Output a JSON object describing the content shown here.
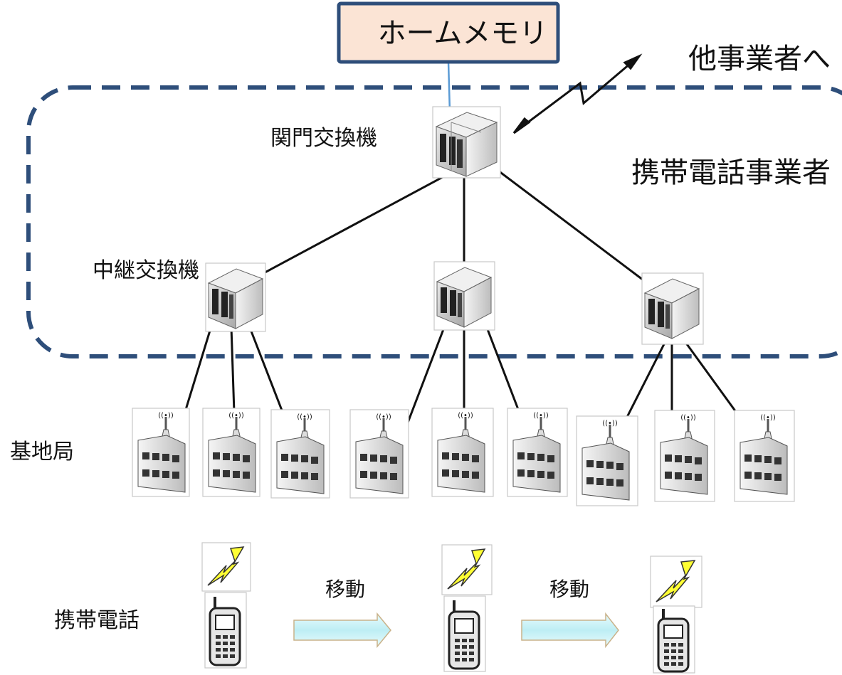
{
  "labels": {
    "home_memory": "ホームメモリ",
    "to_other_carriers": "他事業者へ",
    "gateway_exchange": "関門交換機",
    "mobile_carrier": "携帯電話事業者",
    "relay_exchange": "中継交換機",
    "base_station": "基地局",
    "mobile_phone": "携帯電話",
    "move_1": "移動",
    "move_2": "移動"
  },
  "colors": {
    "home_memory_fill": "#fbe4d5",
    "home_memory_border": "#2e4e7a",
    "dashed_boundary": "#2e4e7a",
    "link_line": "#5b9bd5",
    "arrow_fill": "#c7f0f4",
    "lightning": "#ffff33"
  },
  "icons": {
    "exchange": "server-rack-icon",
    "base_station": "building-antenna-icon",
    "phone": "mobile-phone-icon",
    "signal": "lightning-icon",
    "move": "right-arrow-icon"
  }
}
